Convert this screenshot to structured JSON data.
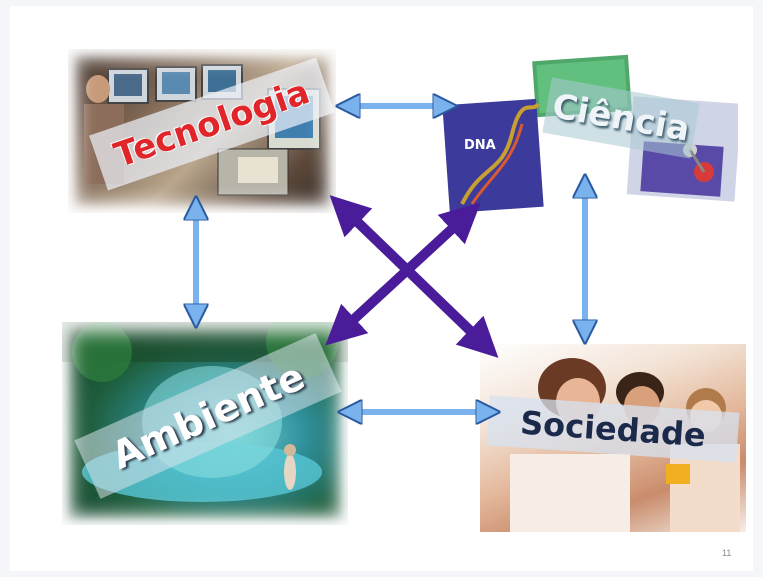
{
  "diagram": {
    "nodes": {
      "tecnologia": {
        "label": "Tecnologia",
        "label_color": "#e0262a"
      },
      "ciencia": {
        "label": "Ciência",
        "label_color": "#e8f0f4",
        "dna_label": "DNA",
        "dna_label_color": "#ffffff"
      },
      "ambiente": {
        "label": "Ambiente",
        "label_color": "#ffffff"
      },
      "sociedade": {
        "label": "Sociedade",
        "label_color": "#1b2a4a"
      }
    },
    "edge_colors": {
      "blue": "#4a8fe0",
      "purple": "#4a1c9a"
    }
  },
  "slide": {
    "page_number": "11"
  }
}
